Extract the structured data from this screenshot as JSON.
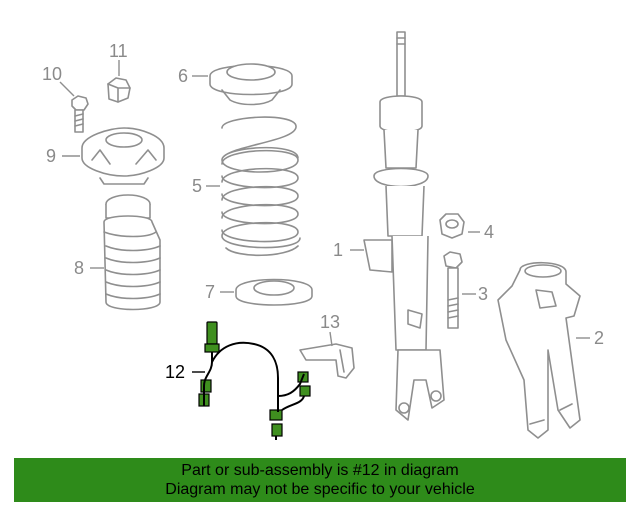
{
  "callouts": [
    {
      "id": "1",
      "label": "1"
    },
    {
      "id": "2",
      "label": "2"
    },
    {
      "id": "3",
      "label": "3"
    },
    {
      "id": "4",
      "label": "4"
    },
    {
      "id": "5",
      "label": "5"
    },
    {
      "id": "6",
      "label": "6"
    },
    {
      "id": "7",
      "label": "7"
    },
    {
      "id": "8",
      "label": "8"
    },
    {
      "id": "9",
      "label": "9"
    },
    {
      "id": "10",
      "label": "10"
    },
    {
      "id": "11",
      "label": "11"
    },
    {
      "id": "12",
      "label": "12"
    },
    {
      "id": "13",
      "label": "13"
    }
  ],
  "highlighted_part": "12",
  "colors": {
    "highlight_part": "#3f8f1f",
    "banner_background": "#2e8b1a",
    "line_art": "#8f8f8f"
  },
  "banner": {
    "line1": "Part or sub-assembly is #12 in diagram",
    "line2": "Diagram may not be specific to your vehicle"
  }
}
